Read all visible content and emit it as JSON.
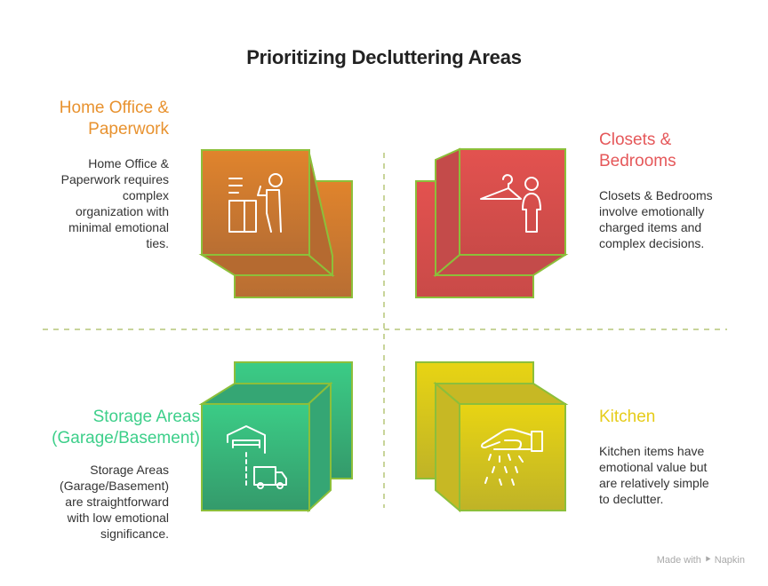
{
  "title": "Prioritizing Decluttering Areas",
  "quadrants": {
    "home_office": {
      "heading_line1": "Home Office &",
      "heading_line2": "Paperwork",
      "desc": [
        "Home Office &",
        "Paperwork requires",
        "complex",
        "organization with",
        "minimal emotional",
        "ties."
      ],
      "color": "#e8922f",
      "icon": "desk-worker-icon"
    },
    "closets": {
      "heading_line1": "Closets &",
      "heading_line2": "Bedrooms",
      "desc": [
        "Closets & Bedrooms",
        "involve emotionally",
        "charged items and",
        "complex decisions."
      ],
      "color": "#e5585a",
      "icon": "hanger-person-icon"
    },
    "storage": {
      "heading_line1": "Storage Areas",
      "heading_line2": "(Garage/Basement)",
      "desc": [
        "Storage Areas",
        "(Garage/Basement)",
        "are straightforward",
        "with low emotional",
        "significance."
      ],
      "color": "#3dcf8a",
      "icon": "garage-truck-icon"
    },
    "kitchen": {
      "heading_line1": "Kitchen",
      "heading_line2": "",
      "desc": [
        "Kitchen items have",
        "emotional value but",
        "are relatively simple",
        "to declutter."
      ],
      "color": "#e6cc1a",
      "icon": "hand-sprinkle-icon"
    }
  },
  "branding": "Made with ⯈ Napkin"
}
